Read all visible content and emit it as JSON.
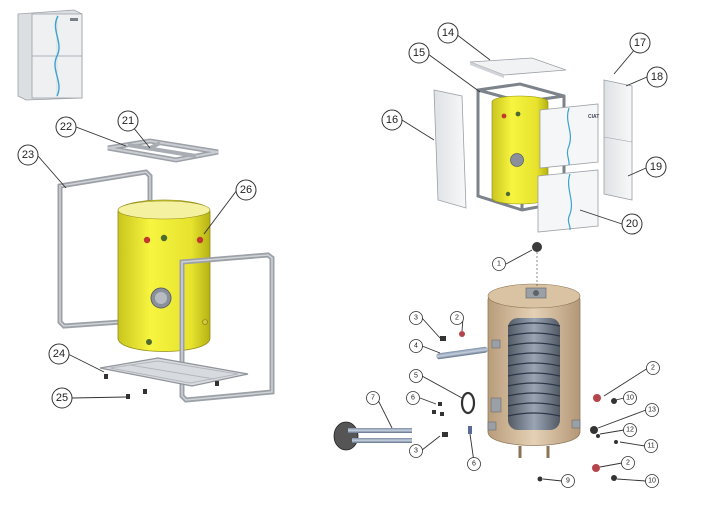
{
  "callouts_top": {
    "c14": "14",
    "c15": "15",
    "c16": "16",
    "c17": "17",
    "c18": "18",
    "c19": "19",
    "c20": "20",
    "c21": "21",
    "c22": "22",
    "c23": "23",
    "c24": "24",
    "c25": "25",
    "c26": "26"
  },
  "callouts_bottom": {
    "b1": "1",
    "b2a": "2",
    "b2b": "2",
    "b2c": "2",
    "b3a": "3",
    "b3b": "3",
    "b4": "4",
    "b5": "5",
    "b6a": "6",
    "b6b": "6",
    "b7": "7",
    "b9": "9",
    "b10a": "10",
    "b10b": "10",
    "b11": "11",
    "b12": "12",
    "b13": "13"
  },
  "brand_text": "CIAT",
  "colors": {
    "tank_yellow": "#f2ef3a",
    "frame_gray": "#a8acb3",
    "panel_white": "#f4f5f6",
    "accent_blue": "#3aa3d0",
    "copper": "#c9b08e"
  }
}
